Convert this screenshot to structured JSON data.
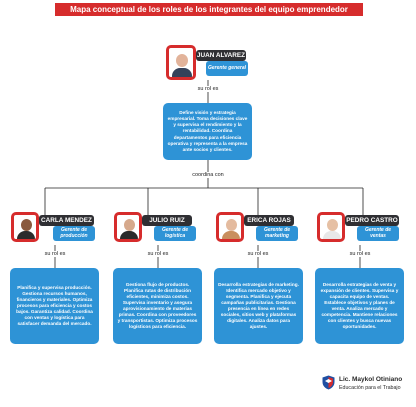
{
  "title": "Mapa conceptual de los roles de los integrantes del equipo emprendedor",
  "connector_labels": {
    "su_rol_es": "su rol es",
    "coordina_con": "coordina con"
  },
  "top_person": {
    "name": "JUAN ALVAREZ",
    "role": "Gerente general",
    "description": "Define visión y estrategia empresarial. Toma decisiones clave y supervisa el rendimiento y la rentabilidad. Coordina departamentos para eficiencia operativa y representa a la empresa ante socios y clientes."
  },
  "team": [
    {
      "name": "CARLA MENDEZ",
      "role": "Gerente de producción",
      "description": "Planifica y supervisa producción. Gestiona recursos humanos, financieros y materiales. Optimiza procesos para eficiencia y costos bajos. Garantiza calidad. Coordina con ventas y logística para satisfacer demanda del mercado."
    },
    {
      "name": "JULIO RUIZ",
      "role": "Gerente de logística",
      "description": "Gestiona flujo de productos. Planifica rutas de distribución eficientes, minimiza costos. Supervisa inventario y asegura aprovisionamiento de materias primas. Coordina con proveedores y transportistas. Optimiza procesos logísticos para eficiencia."
    },
    {
      "name": "ERICA ROJAS",
      "role": "Gerente de marketing",
      "description": "Desarrolla estrategias de marketing. Identifica mercado objetivo y segmenta. Planifica y ejecuta campañas publicitarias. Gestiona presencia en línea en redes sociales, sitios web y plataformas digitales. Analiza datos para ajustes."
    },
    {
      "name": "PEDRO CASTRO",
      "role": "Gerente de ventas",
      "description": "Desarrolla estrategias de venta y expansión de clientes. Supervisa y capacita equipo de ventas. Establece objetivos y planes de venta. Analiza mercado y competencia. Mantiene relaciones con clientes y busca nuevas oportunidades."
    }
  ],
  "footer": {
    "author": "Lic. Maykol Otiniano",
    "subtitle": "Educación para el Trabajo"
  },
  "colors": {
    "accent_red": "#d62c2c",
    "box_blue": "#2e93d6",
    "name_dark": "#2f2f33",
    "line": "#222222"
  },
  "icons": [
    "avatar-photo",
    "shield-logo-icon"
  ]
}
